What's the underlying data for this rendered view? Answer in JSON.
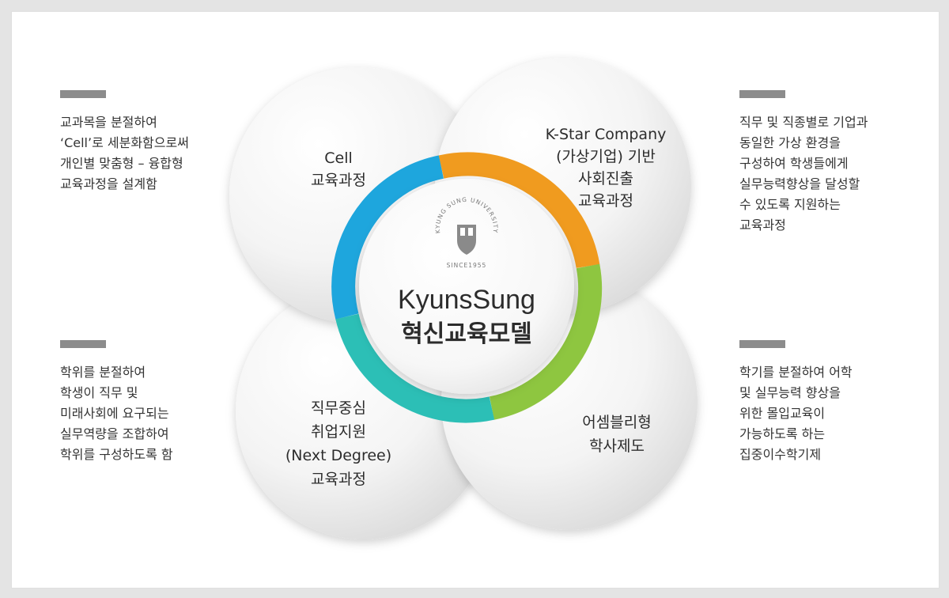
{
  "descriptions": {
    "top_left": "교과목을 분절하여\n‘Cell’로 세분화함으로써\n개인별 맞춤형 – 융합형\n교육과정을 설계함",
    "top_right": "직무 및 직종별로 기업과\n동일한 가상 환경을\n구성하여 학생들에게\n실무능력향상을 달성할\n수 있도록 지원하는\n교육과정",
    "bottom_left": "학위를 분절하여\n학생이 직무 및\n미래사회에 요구되는\n실무역량을 조합하여\n학위를 구성하도록 함",
    "bottom_right": "학기를 분절하여 어학\n및 실무능력 향상을\n위한 몰입교육이\n가능하도록 하는\n집중이수학기제"
  },
  "circles": {
    "top_left": [
      "Cell",
      "교육과정"
    ],
    "top_right": [
      "K-Star Company",
      "(가상기업) 기반",
      "사회진출",
      "교육과정"
    ],
    "bottom_left": [
      "직무중심",
      "취업지원",
      "(Next Degree)",
      "교육과정"
    ],
    "bottom_right": [
      "어셈블리형",
      "학사제도"
    ]
  },
  "center": {
    "title": "KyunsSung",
    "subtitle": "혁신교육모델",
    "emblem_text": "KYUNG SUNG UNIVERSITY",
    "emblem_since": "SINCE1955"
  },
  "colors": {
    "ring_blue": "#1ea6dd",
    "ring_orange": "#f09b1f",
    "ring_green": "#8ec640",
    "ring_teal": "#2cbfb6",
    "bar_gray": "#8c8c8c"
  }
}
